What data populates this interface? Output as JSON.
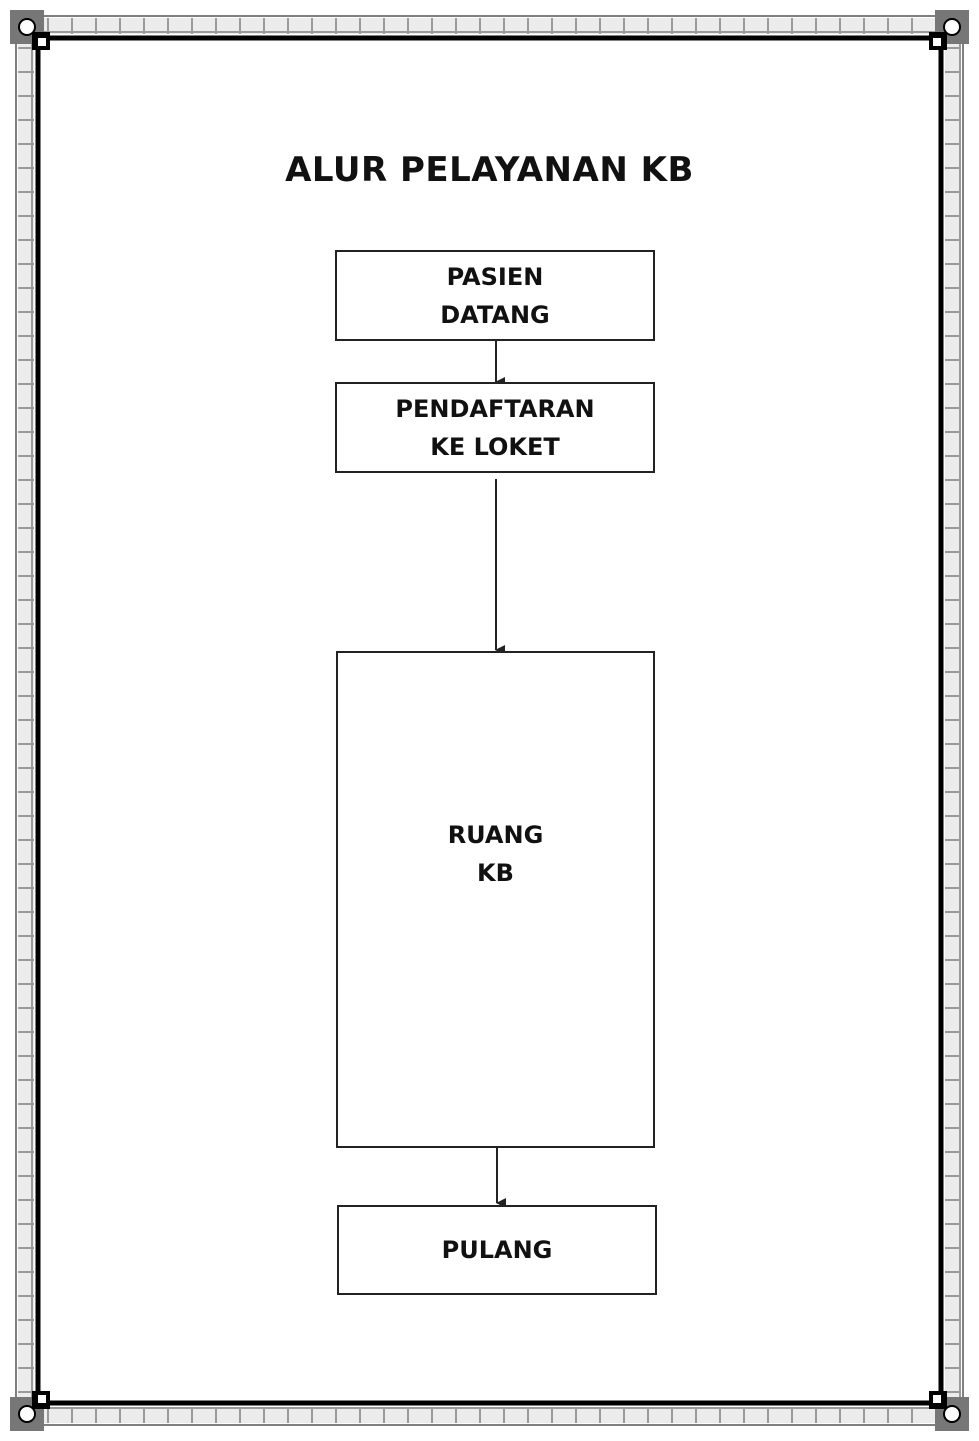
{
  "title": "ALUR PELAYANAN KB",
  "flow": {
    "steps": [
      {
        "lines": [
          "PASIEN",
          "DATANG"
        ]
      },
      {
        "lines": [
          "PENDAFTARAN",
          "KE LOKET"
        ]
      },
      {
        "lines": [
          "RUANG",
          "KB"
        ]
      },
      {
        "lines": [
          "PULANG"
        ]
      }
    ]
  },
  "colors": {
    "line": "#222222",
    "text": "#111111",
    "frame": "#000000",
    "frame_tile": "#d9d9d9"
  }
}
